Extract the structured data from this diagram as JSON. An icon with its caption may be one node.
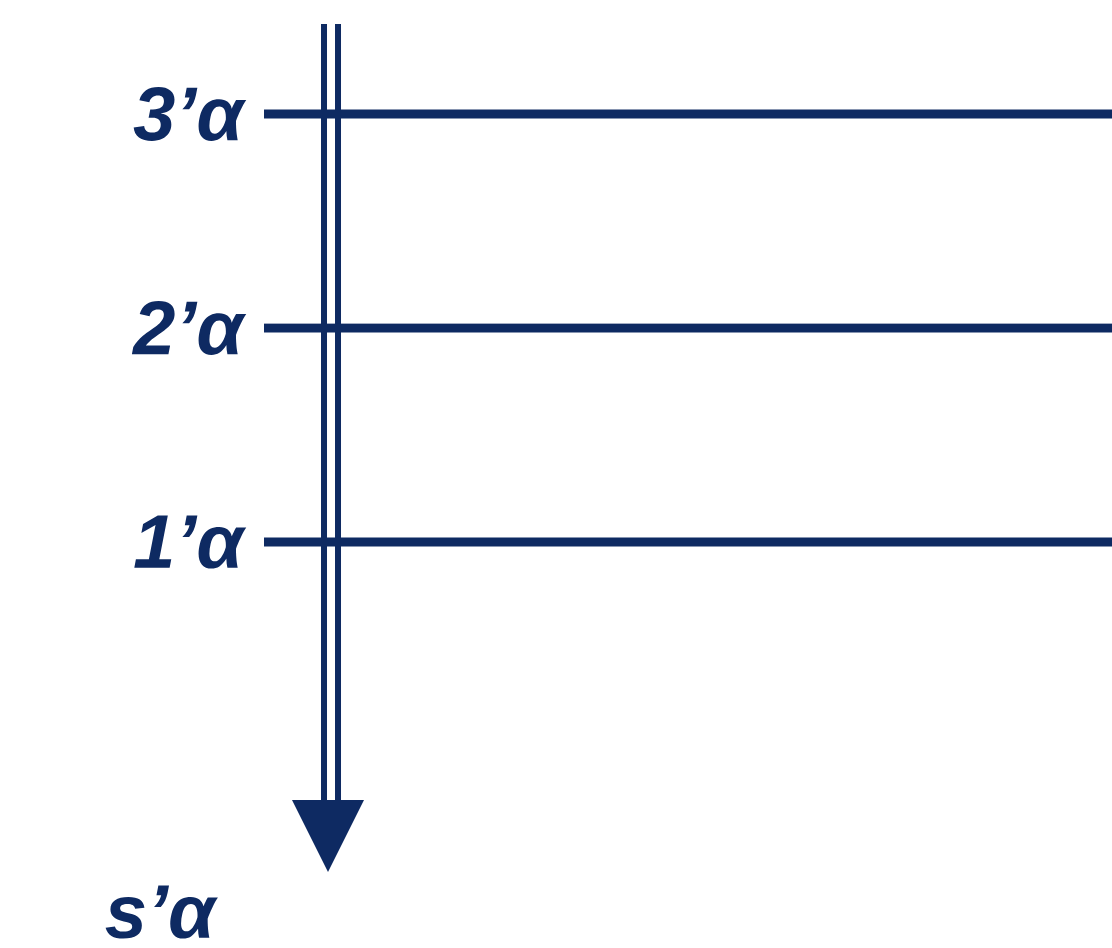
{
  "diagram": {
    "labels": [
      "3’α",
      "2’α",
      "1’α",
      "s’α"
    ]
  }
}
